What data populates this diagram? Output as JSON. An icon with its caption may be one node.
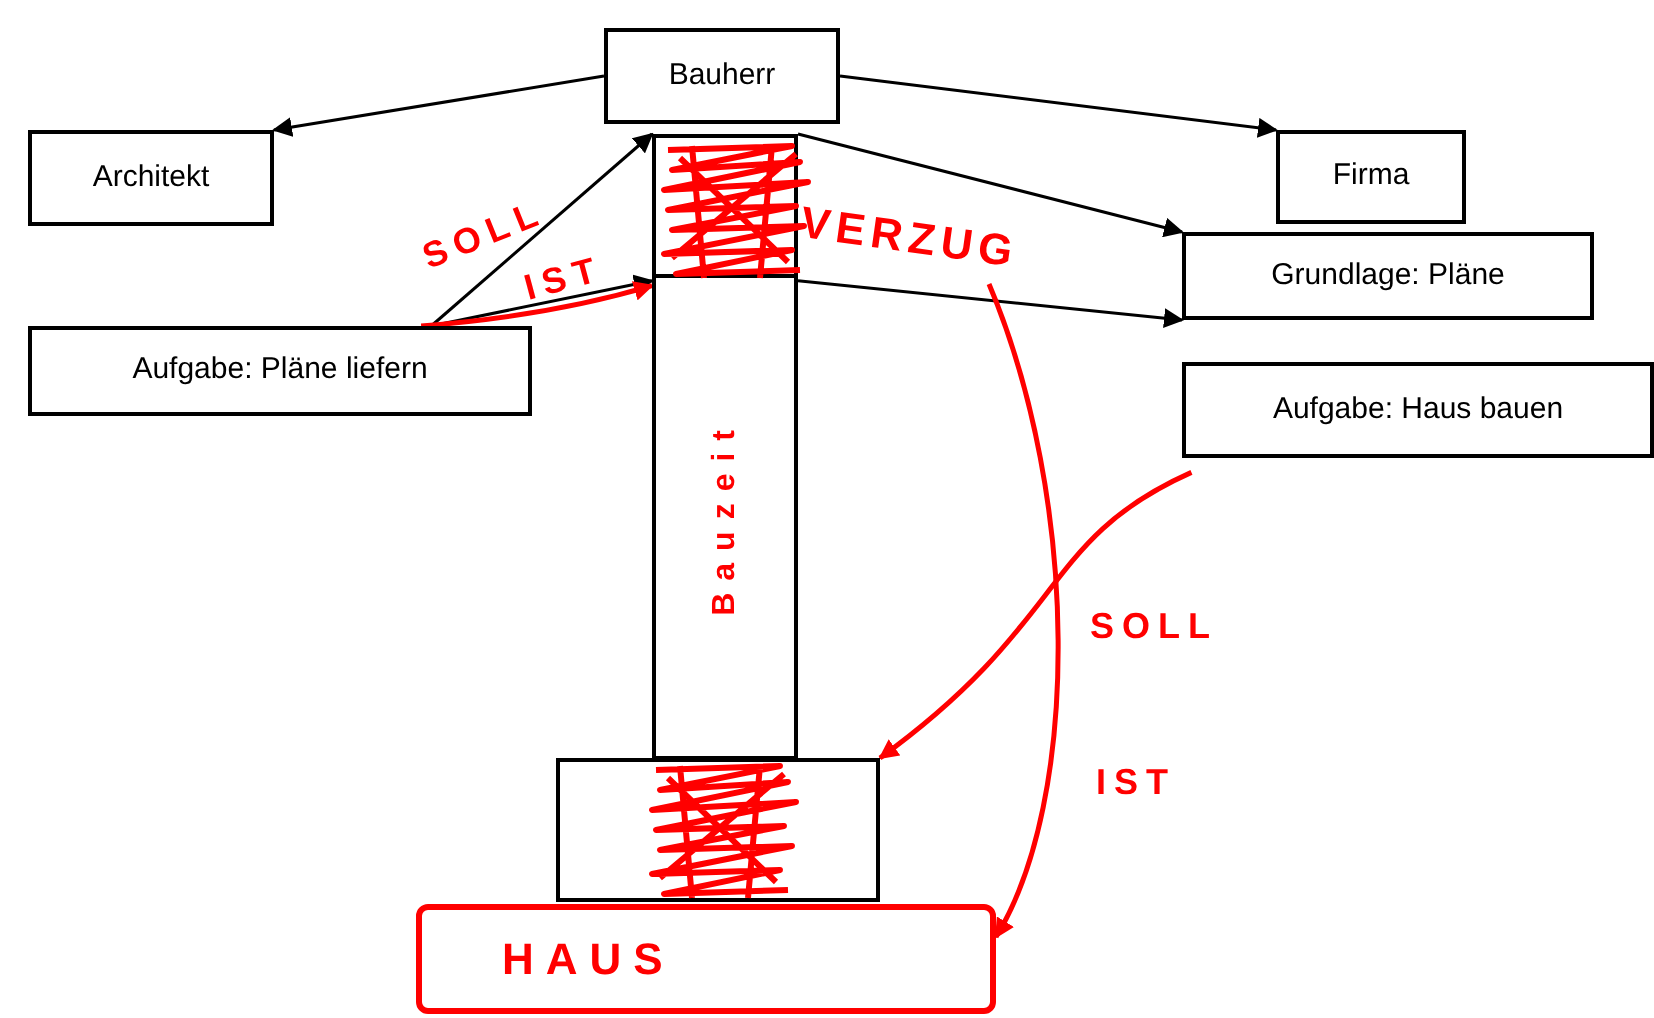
{
  "diagram": {
    "nodes": [
      {
        "text": [
          "Bauherr"
        ]
      },
      {
        "text": [
          "Architekt"
        ]
      },
      {
        "text": [
          "Firma"
        ]
      },
      {
        "text": [
          "Grundlage: Pläne"
        ]
      },
      {
        "text": [
          "Aufgabe: Pläne liefern"
        ]
      },
      {
        "text": [
          "Aufgabe: Haus bauen"
        ]
      },
      {
        "text": [],
        "shape": "box"
      },
      {
        "text": [
          "Bauzeit"
        ]
      },
      {
        "text": [],
        "shape": "box"
      },
      {
        "text": [
          "HAUS"
        ]
      },
      {
        "text": [
          "VERZUG"
        ]
      }
    ],
    "edges": [
      {
        "from": 0,
        "to": 1,
        "arrow": "to"
      },
      {
        "from": 0,
        "to": 2,
        "arrow": "to"
      },
      {
        "from": 6,
        "to": 3,
        "arrow": "to"
      },
      {
        "from": 7,
        "to": 3,
        "arrow": "to"
      },
      {
        "from": 4,
        "to": 6,
        "arrow": "to",
        "label": "SOLL"
      },
      {
        "from": 4,
        "to": 7,
        "arrow": "to"
      },
      {
        "from": 4,
        "to": 7,
        "arrow": "to",
        "label": "IST",
        "color": "#ff0000"
      },
      {
        "from": 5,
        "to": 8,
        "arrow": "to",
        "label": "SOLL",
        "color": "#ff0000"
      },
      {
        "from": 10,
        "to": 9,
        "arrow": "to",
        "label": "IST",
        "color": "#ff0000"
      }
    ]
  }
}
